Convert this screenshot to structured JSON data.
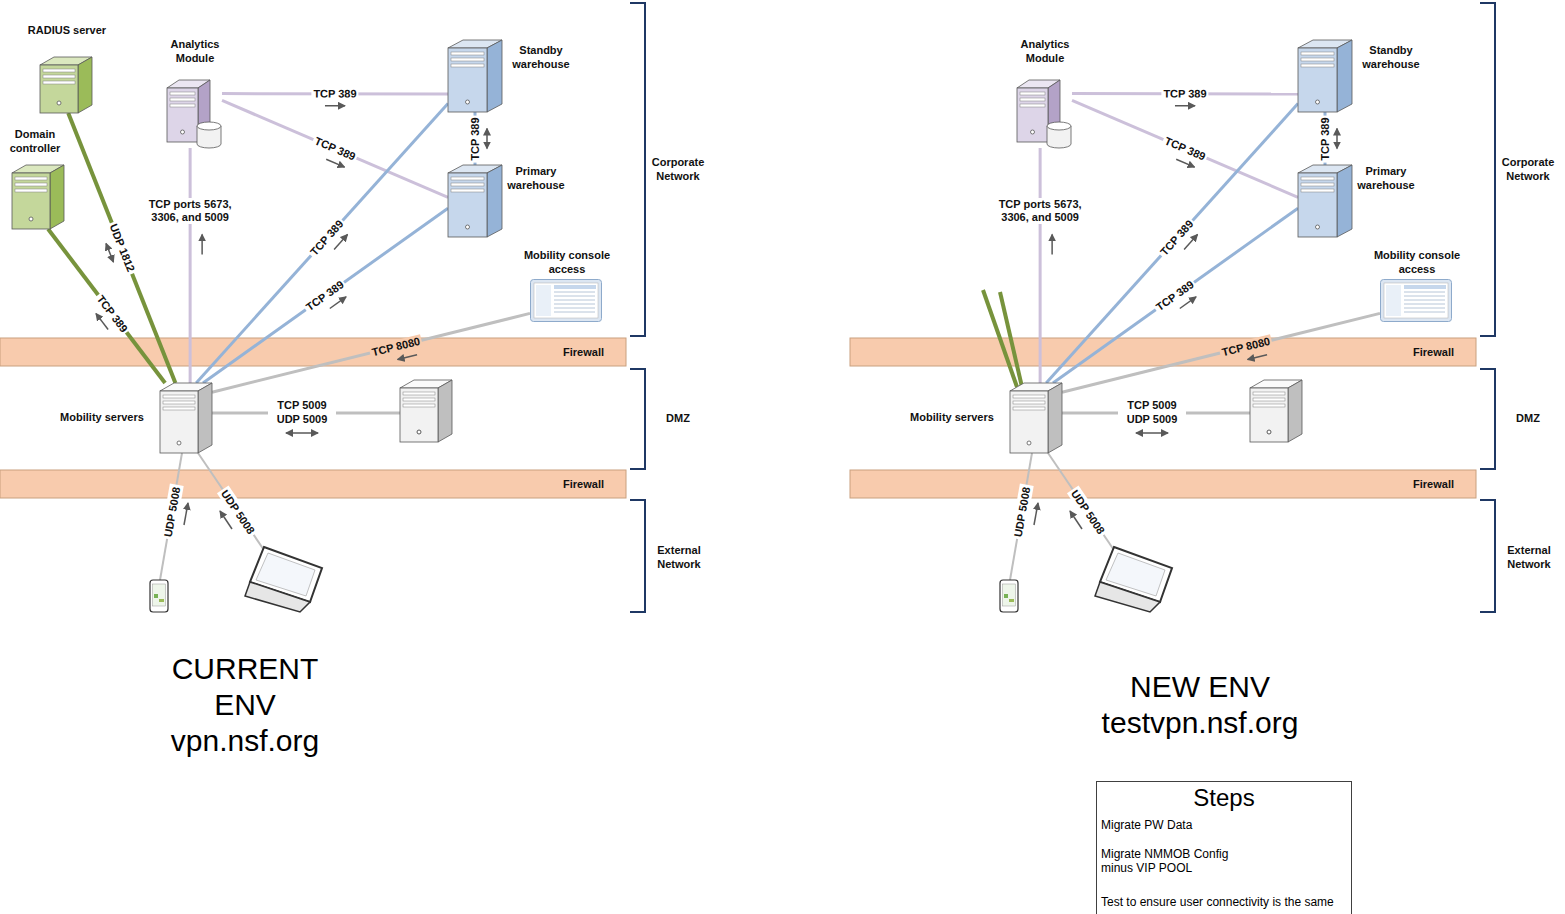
{
  "diagram": {
    "nodes": [
      {
        "text": [
          "RADIUS server"
        ]
      },
      {
        "text": [
          "Domain controller"
        ]
      },
      {
        "text": [
          "Analytics Module"
        ]
      },
      {
        "text": [
          "Standby warehouse"
        ]
      },
      {
        "text": [
          "Primary warehouse"
        ]
      },
      {
        "text": [
          "Mobility console access"
        ]
      },
      {
        "text": [
          "Firewall"
        ]
      },
      {
        "text": [
          "Mobility servers"
        ]
      },
      {
        "text": [
          "Firewall"
        ]
      },
      {
        "text": [
          "Analytics Module"
        ]
      },
      {
        "text": [
          "Standby warehouse"
        ]
      },
      {
        "text": [
          "Primary warehouse"
        ]
      },
      {
        "text": [
          "Mobility console access"
        ]
      },
      {
        "text": [
          "Firewall"
        ]
      },
      {
        "text": [
          "Mobility servers"
        ]
      },
      {
        "text": [
          "Firewall"
        ]
      },
      {
        "text": [
          "Steps",
          "Migrate PW Data",
          "Migrate NMMOB Config minus VIP POOL",
          "Test to ensure user connectivity is the same"
        ]
      }
    ],
    "edges": [
      {
        "from": 7,
        "to": 0,
        "label": "UDP 1812",
        "arrow": "both"
      },
      {
        "from": 7,
        "to": 1,
        "label": "TCP 389",
        "arrow": "to"
      },
      {
        "from": 7,
        "to": 2,
        "label": "TCP ports 5673, 3306, and 5009",
        "arrow": "to"
      },
      {
        "from": 2,
        "to": 3,
        "label": "TCP 389",
        "arrow": "to"
      },
      {
        "from": 2,
        "to": 4,
        "label": "TCP 389",
        "arrow": "to"
      },
      {
        "from": 3,
        "to": 4,
        "label": "TCP 389",
        "arrow": "both"
      },
      {
        "from": 7,
        "to": 3,
        "label": "TCP 389",
        "arrow": "to"
      },
      {
        "from": 7,
        "to": 4,
        "label": "TCP 389",
        "arrow": "to"
      },
      {
        "from": 5,
        "to": 7,
        "label": "TCP 8080",
        "arrow": "to"
      },
      {
        "from": 14,
        "to": 9,
        "label": "TCP ports 5673, 3306, and 5009",
        "arrow": "to"
      },
      {
        "from": 9,
        "to": 10,
        "label": "TCP 389",
        "arrow": "to"
      },
      {
        "from": 9,
        "to": 11,
        "label": "TCP 389",
        "arrow": "to"
      },
      {
        "from": 10,
        "to": 11,
        "label": "TCP 389",
        "arrow": "both"
      },
      {
        "from": 14,
        "to": 10,
        "label": "TCP 389",
        "arrow": "to"
      },
      {
        "from": 14,
        "to": 11,
        "label": "TCP 389",
        "arrow": "to"
      },
      {
        "from": 12,
        "to": 14,
        "label": "TCP 8080",
        "arrow": "to"
      }
    ],
    "labels": [
      "TCP 5009 UDP 5009",
      "UDP 5008",
      "UDP 5008",
      "Corporate Network",
      "DMZ",
      "External Network",
      "CURRENT ENV vpn.nsf.org",
      "TCP 5009 UDP 5009",
      "UDP 5008",
      "UDP 5008",
      "Corporate Network",
      "DMZ",
      "External Network",
      "NEW ENV testvpn.nsf.org"
    ]
  }
}
